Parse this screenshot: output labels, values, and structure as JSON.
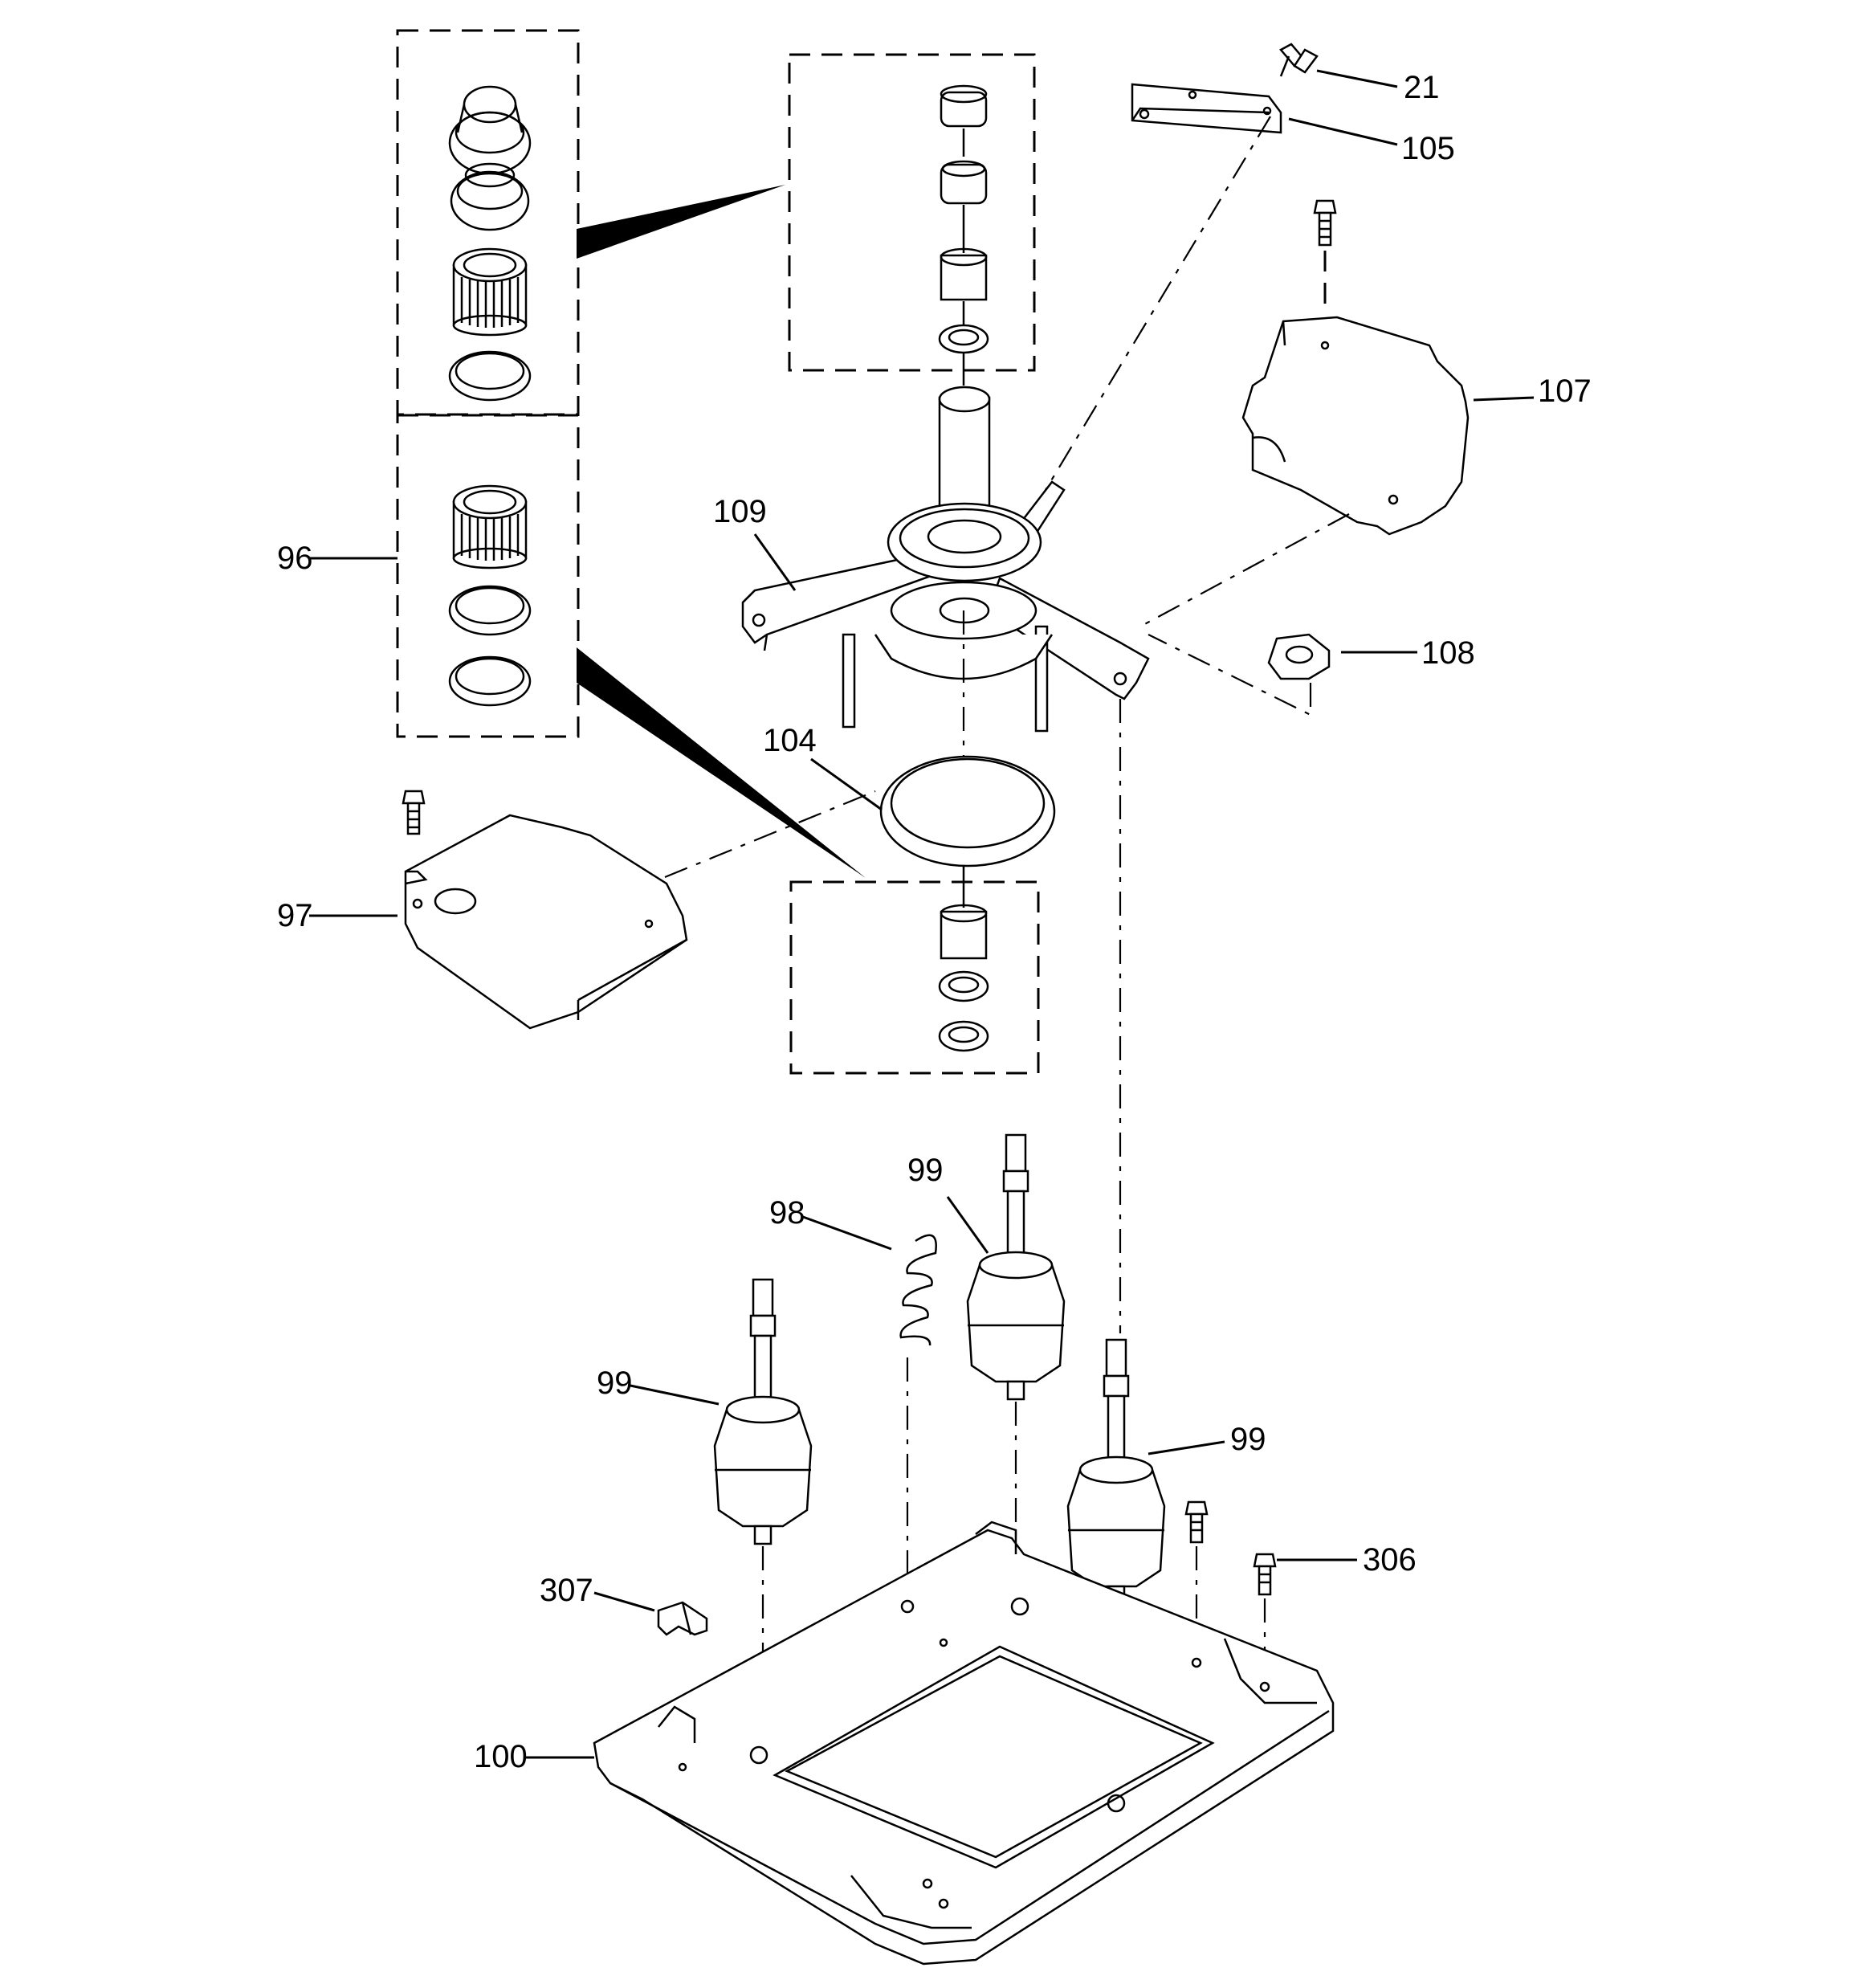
{
  "callouts": {
    "c21": "21",
    "c105": "105",
    "c107": "107",
    "c109": "109",
    "c96": "96",
    "c108": "108",
    "c104": "104",
    "c97": "97",
    "c99a": "99",
    "c98": "98",
    "c99b": "99",
    "c99c": "99",
    "c307": "307",
    "c306": "306",
    "c100": "100"
  }
}
